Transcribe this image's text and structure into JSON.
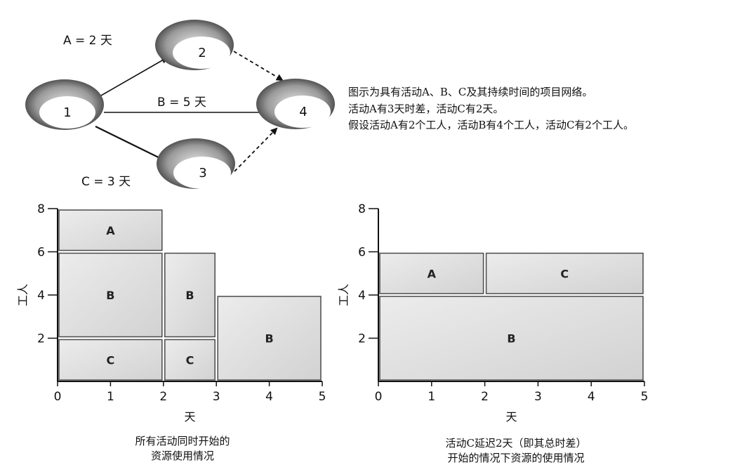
{
  "network": {
    "nodes": [
      {
        "id": "1",
        "label": "1"
      },
      {
        "id": "2",
        "label": "2"
      },
      {
        "id": "3",
        "label": "3"
      },
      {
        "id": "4",
        "label": "4"
      }
    ],
    "edges": [
      {
        "from": "1",
        "to": "2",
        "style": "solid"
      },
      {
        "from": "1",
        "to": "4",
        "style": "solid"
      },
      {
        "from": "1",
        "to": "3",
        "style": "solid"
      },
      {
        "from": "2",
        "to": "4",
        "style": "dashed"
      },
      {
        "from": "3",
        "to": "4",
        "style": "dashed"
      }
    ],
    "labels": {
      "a": "A = 2 天",
      "b": "B = 5 天",
      "c": "C = 3 天"
    }
  },
  "description": {
    "line1": "图示为具有活动A、B、C及其持续时间的项目网络。",
    "line2": "活动A有3天时差，活动C有2天。",
    "line3": "假设活动A有2个工人，活动B有4个工人，活动C有2个工人。"
  },
  "chart_data": [
    {
      "type": "bar",
      "xlabel": "天",
      "ylabel": "工人",
      "xlim": [
        0,
        5
      ],
      "ylim": [
        0,
        8
      ],
      "x_ticks": [
        "0",
        "1",
        "2",
        "3",
        "4",
        "5"
      ],
      "y_ticks": [
        "2",
        "4",
        "6",
        "8"
      ],
      "blocks": [
        {
          "label": "C",
          "x0": 0,
          "x1": 2,
          "y0": 0,
          "y1": 2
        },
        {
          "label": "B",
          "x0": 0,
          "x1": 2,
          "y0": 2,
          "y1": 6
        },
        {
          "label": "A",
          "x0": 0,
          "x1": 2,
          "y0": 6,
          "y1": 8
        },
        {
          "label": "C",
          "x0": 2,
          "x1": 3,
          "y0": 0,
          "y1": 2
        },
        {
          "label": "B",
          "x0": 2,
          "x1": 3,
          "y0": 2,
          "y1": 6
        },
        {
          "label": "B",
          "x0": 3,
          "x1": 5,
          "y0": 0,
          "y1": 4
        }
      ],
      "caption_line1": "所有活动同时开始的",
      "caption_line2": "资源使用情况"
    },
    {
      "type": "bar",
      "xlabel": "天",
      "ylabel": "工人",
      "xlim": [
        0,
        5
      ],
      "ylim": [
        0,
        8
      ],
      "x_ticks": [
        "0",
        "1",
        "2",
        "3",
        "4",
        "5"
      ],
      "y_ticks": [
        "2",
        "4",
        "6",
        "8"
      ],
      "blocks": [
        {
          "label": "B",
          "x0": 0,
          "x1": 5,
          "y0": 0,
          "y1": 4
        },
        {
          "label": "A",
          "x0": 0,
          "x1": 2,
          "y0": 4,
          "y1": 6
        },
        {
          "label": "C",
          "x0": 2,
          "x1": 5,
          "y0": 4,
          "y1": 6
        }
      ],
      "caption_line1": "活动C延迟2天（即其总时差）",
      "caption_line2": "开始的情况下资源的使用情况"
    }
  ]
}
